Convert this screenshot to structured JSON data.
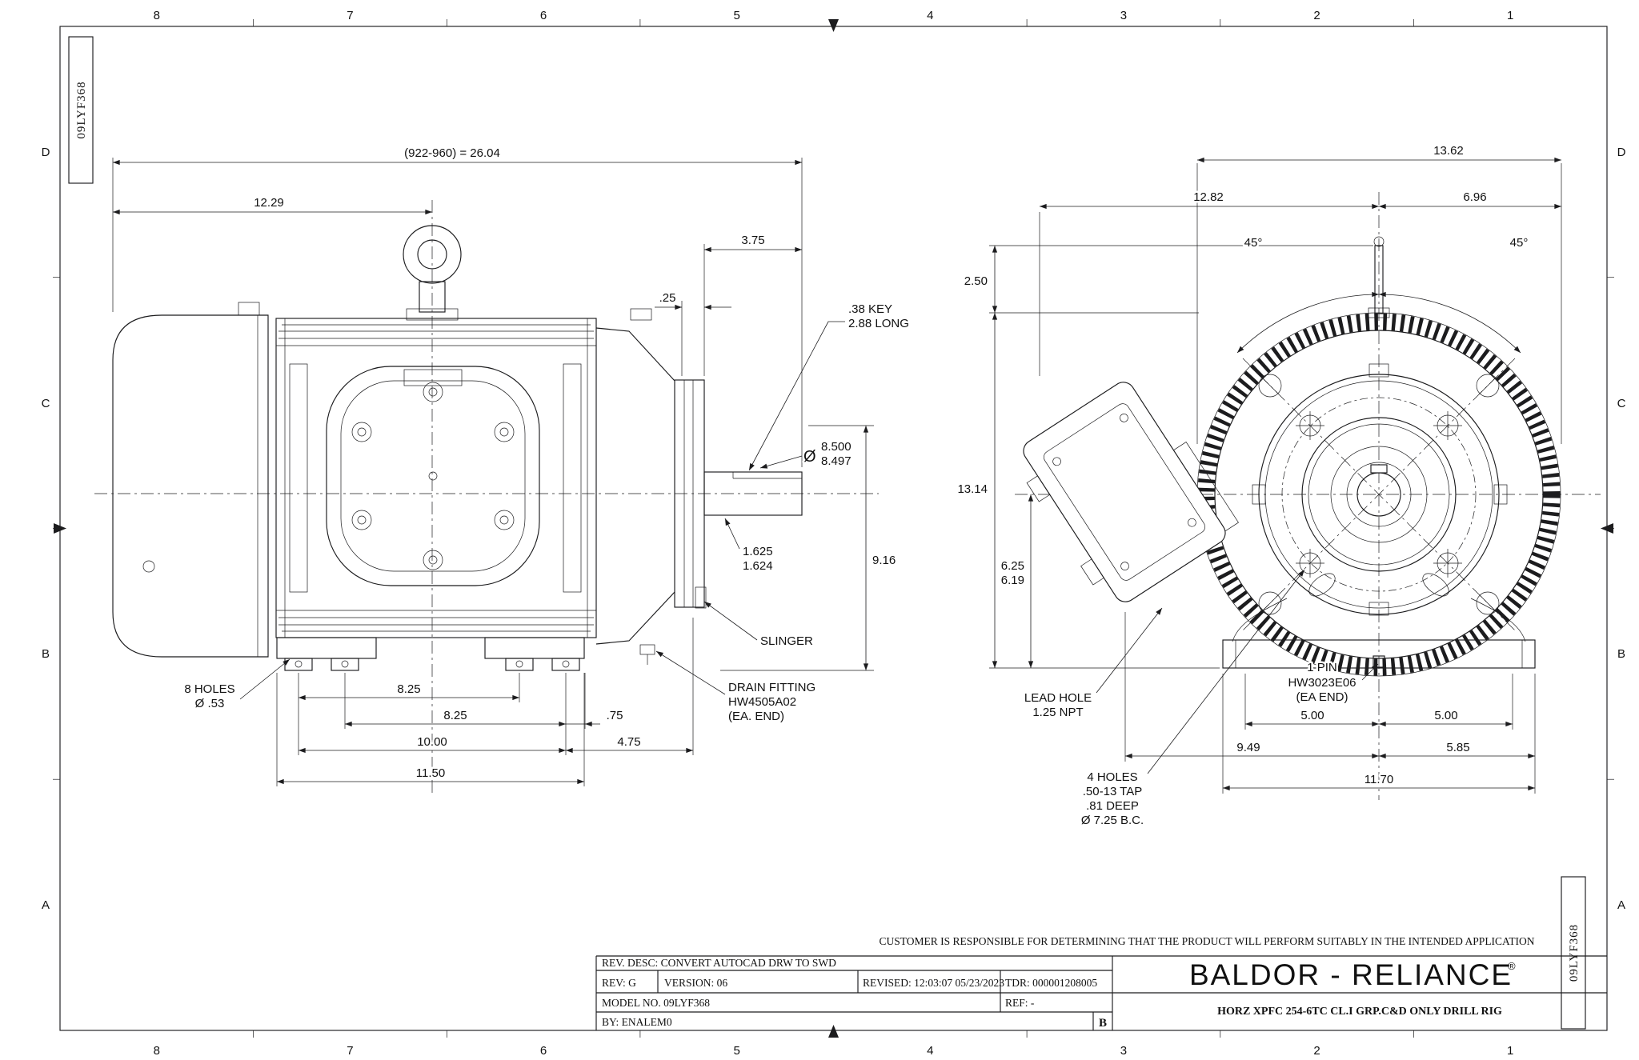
{
  "sheet": {
    "doc_number": "09LYF368",
    "zone_cols": [
      "8",
      "7",
      "6",
      "5",
      "4",
      "3",
      "2",
      "1"
    ],
    "zone_rows": [
      "D",
      "C",
      "B",
      "A"
    ],
    "note": "CUSTOMER IS RESPONSIBLE FOR DETERMINING THAT THE PRODUCT WILL PERFORM SUITABLY IN THE INTENDED APPLICATION"
  },
  "side_view": {
    "overall": "(922-960) = 26.04",
    "front_to_cl": "12.29",
    "shaft_len": "3.75",
    "gap": ".25",
    "key_l1": ".38 KEY",
    "key_l2": "2.88 LONG",
    "dia_sym": "Ø",
    "reg_d1": "8.500",
    "reg_d2": "8.497",
    "shaft_d1": "1.625",
    "shaft_d2": "1.624",
    "v916": "9.16",
    "slinger": "SLINGER",
    "drain_l1": "DRAIN FITTING",
    "drain_l2": "HW4505A02",
    "drain_l3": "(EA. END)",
    "holes_l1": "8 HOLES",
    "holes_l2": "Ø .53",
    "f1": "8.25",
    "f2": "8.25",
    "edge_off": ".75",
    "e_span": "10.00",
    "ba": "4.75",
    "feet_len": "11.50"
  },
  "end_view": {
    "od": "13.62",
    "box_to_cl": "12.82",
    "cl_to_edge": "6.96",
    "ang_left": "45°",
    "ang_right": "45°",
    "pin_ht": "2.50",
    "overall_ht": "13.14",
    "shaft_ht_1": "6.25",
    "shaft_ht_2": "6.19",
    "lead_l1": "LEAD HOLE",
    "lead_l2": "1.25 NPT",
    "pin_l1": "1 PIN",
    "pin_l2": "HW3023E06",
    "pin_l3": "(EA END)",
    "e_left": "5.00",
    "e_right": "5.00",
    "box_reach": "9.49",
    "cl_to_foot": "5.85",
    "feet_w": "11.70",
    "tap_l1": "4 HOLES",
    "tap_l2": ".50-13 TAP",
    "tap_l3": ".81 DEEP",
    "tap_l4": "Ø 7.25 B.C."
  },
  "title_block": {
    "rev_desc": "REV. DESC: CONVERT AUTOCAD DRW TO SWD",
    "rev": "REV:  G",
    "version": "VERSION:  06",
    "revised": "REVISED:  12:03:07 05/23/2023",
    "tdr": "TDR:  000001208005",
    "model_no": "MODEL NO.   09LYF368",
    "ref": "REF:  -",
    "by": "BY: ENALEM0",
    "size": "B",
    "brand": "BALDOR - RELIANCE",
    "brand_reg": "®",
    "description": "HORZ XPFC 254-6TC CL.I GRP.C&D ONLY DRILL RIG"
  }
}
